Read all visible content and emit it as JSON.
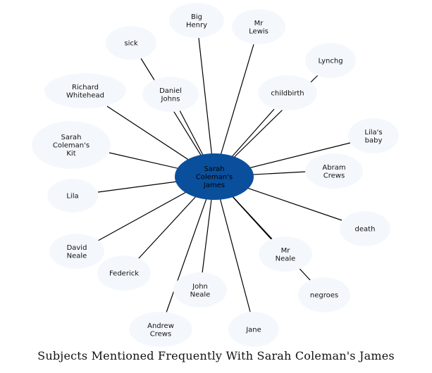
{
  "caption": "Subjects Mentioned Frequently With Sarah Coleman's James",
  "colors": {
    "center_fill": "#0a4f9c",
    "node_fill": "#f4f8fd",
    "edge": "#000000"
  },
  "center": {
    "label": [
      "Sarah",
      "Coleman's",
      "James"
    ]
  },
  "nodes": [
    {
      "id": "big-henry",
      "label": [
        "Big",
        "Henry"
      ]
    },
    {
      "id": "mr-lewis",
      "label": [
        "Mr",
        "Lewis"
      ]
    },
    {
      "id": "sick",
      "label": [
        "sick"
      ]
    },
    {
      "id": "lynchg",
      "label": [
        "Lynchg"
      ]
    },
    {
      "id": "richard-whitehead",
      "label": [
        "Richard",
        "Whitehead"
      ]
    },
    {
      "id": "daniel-johns",
      "label": [
        "Daniel",
        "Johns"
      ]
    },
    {
      "id": "childbirth",
      "label": [
        "childbirth"
      ]
    },
    {
      "id": "lilas-baby",
      "label": [
        "Lila's",
        "baby"
      ]
    },
    {
      "id": "sarah-colemans-kit",
      "label": [
        "Sarah",
        "Coleman's",
        "Kit"
      ]
    },
    {
      "id": "abram-crews",
      "label": [
        "Abram",
        "Crews"
      ]
    },
    {
      "id": "lila",
      "label": [
        "Lila"
      ]
    },
    {
      "id": "death",
      "label": [
        "death"
      ]
    },
    {
      "id": "david-neale",
      "label": [
        "David",
        "Neale"
      ]
    },
    {
      "id": "mr-neale",
      "label": [
        "Mr",
        "Neale"
      ]
    },
    {
      "id": "federick",
      "label": [
        "Federick"
      ]
    },
    {
      "id": "john-neale",
      "label": [
        "John",
        "Neale"
      ]
    },
    {
      "id": "negroes",
      "label": [
        "negroes"
      ]
    },
    {
      "id": "andrew-crews",
      "label": [
        "Andrew",
        "Crews"
      ]
    },
    {
      "id": "jane",
      "label": [
        "Jane"
      ]
    }
  ]
}
